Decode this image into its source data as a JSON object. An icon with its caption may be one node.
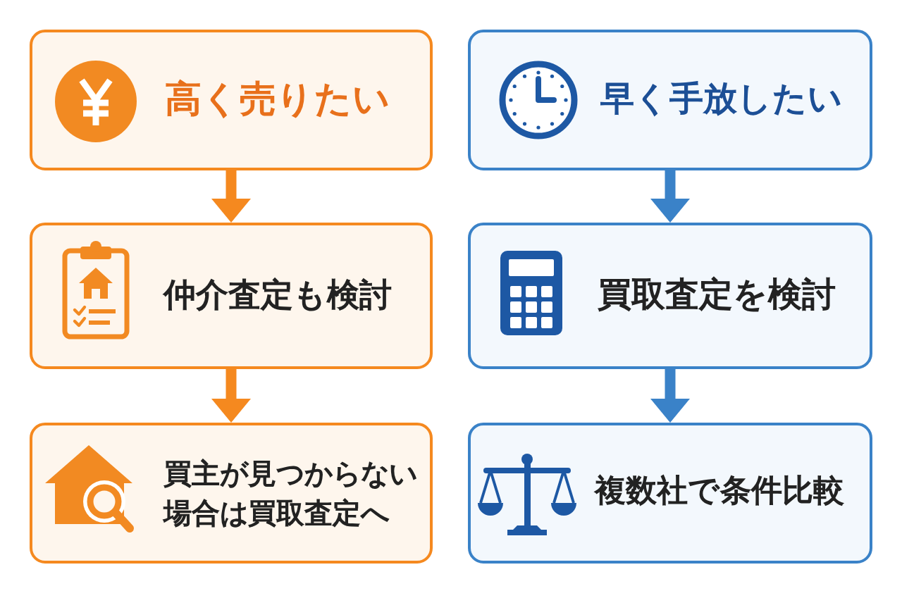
{
  "diagram": {
    "nodes": [
      {
        "text": [
          "高く売りたい"
        ]
      },
      {
        "text": [
          "仲介査定も検討"
        ]
      },
      {
        "text": [
          "買主が見つからない場合は買取査定へ"
        ]
      },
      {
        "text": [
          "早く手放したい"
        ]
      },
      {
        "text": [
          "買取査定を検討"
        ]
      },
      {
        "text": [
          "複数社で条件比較"
        ]
      }
    ],
    "edges": [
      {
        "from": 0,
        "to": 1,
        "arrow": "to",
        "color": "#f5891f"
      },
      {
        "from": 1,
        "to": 2,
        "arrow": "to",
        "color": "#f5891f"
      },
      {
        "from": 3,
        "to": 4,
        "arrow": "to",
        "color": "#3a82c8"
      },
      {
        "from": 4,
        "to": 5,
        "arrow": "to",
        "color": "#3a82c8"
      }
    ]
  }
}
